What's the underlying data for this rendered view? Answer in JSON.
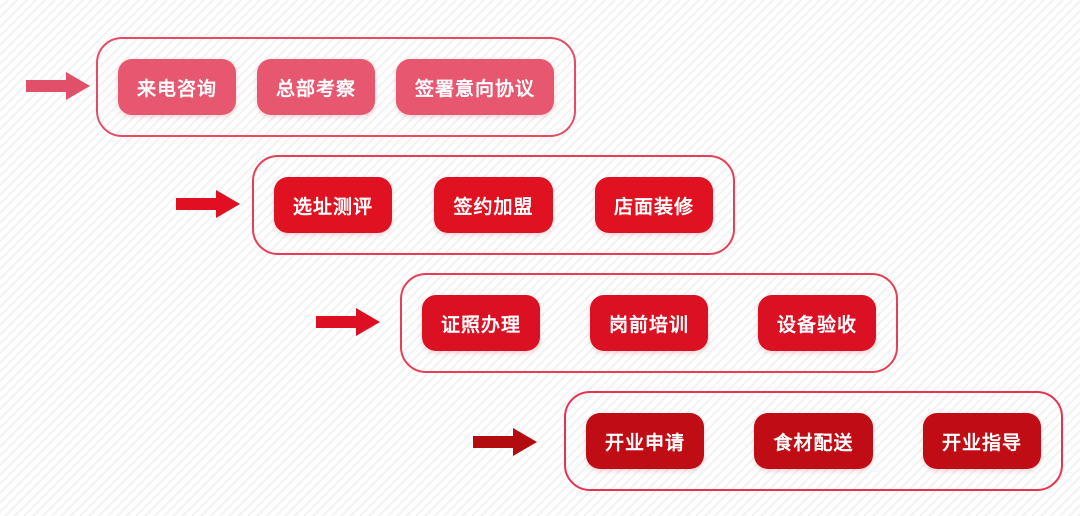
{
  "background": {
    "base_color": "#ffffff",
    "hatch_color": "#f2f2f2"
  },
  "rows": [
    {
      "arrow_color": "#e14f69",
      "border_color": "#e74b63",
      "button_color": "#e75870",
      "text_color": "#ffffff",
      "steps": [
        "来电咨询",
        "总部考察",
        "签署意向协议"
      ]
    },
    {
      "arrow_color": "#e00f22",
      "border_color": "#e73e55",
      "button_color": "#e01120",
      "text_color": "#ffffff",
      "steps": [
        "选址测评",
        "签约加盟",
        "店面装修"
      ]
    },
    {
      "arrow_color": "#dd0f22",
      "border_color": "#e73e55",
      "button_color": "#db1023",
      "text_color": "#ffffff",
      "steps": [
        "证照办理",
        "岗前培训",
        "设备验收"
      ]
    },
    {
      "arrow_color": "#b30c10",
      "border_color": "#e53350",
      "button_color": "#c00d15",
      "text_color": "#ffffff",
      "steps": [
        "开业申请",
        "食材配送",
        "开业指导"
      ]
    }
  ]
}
